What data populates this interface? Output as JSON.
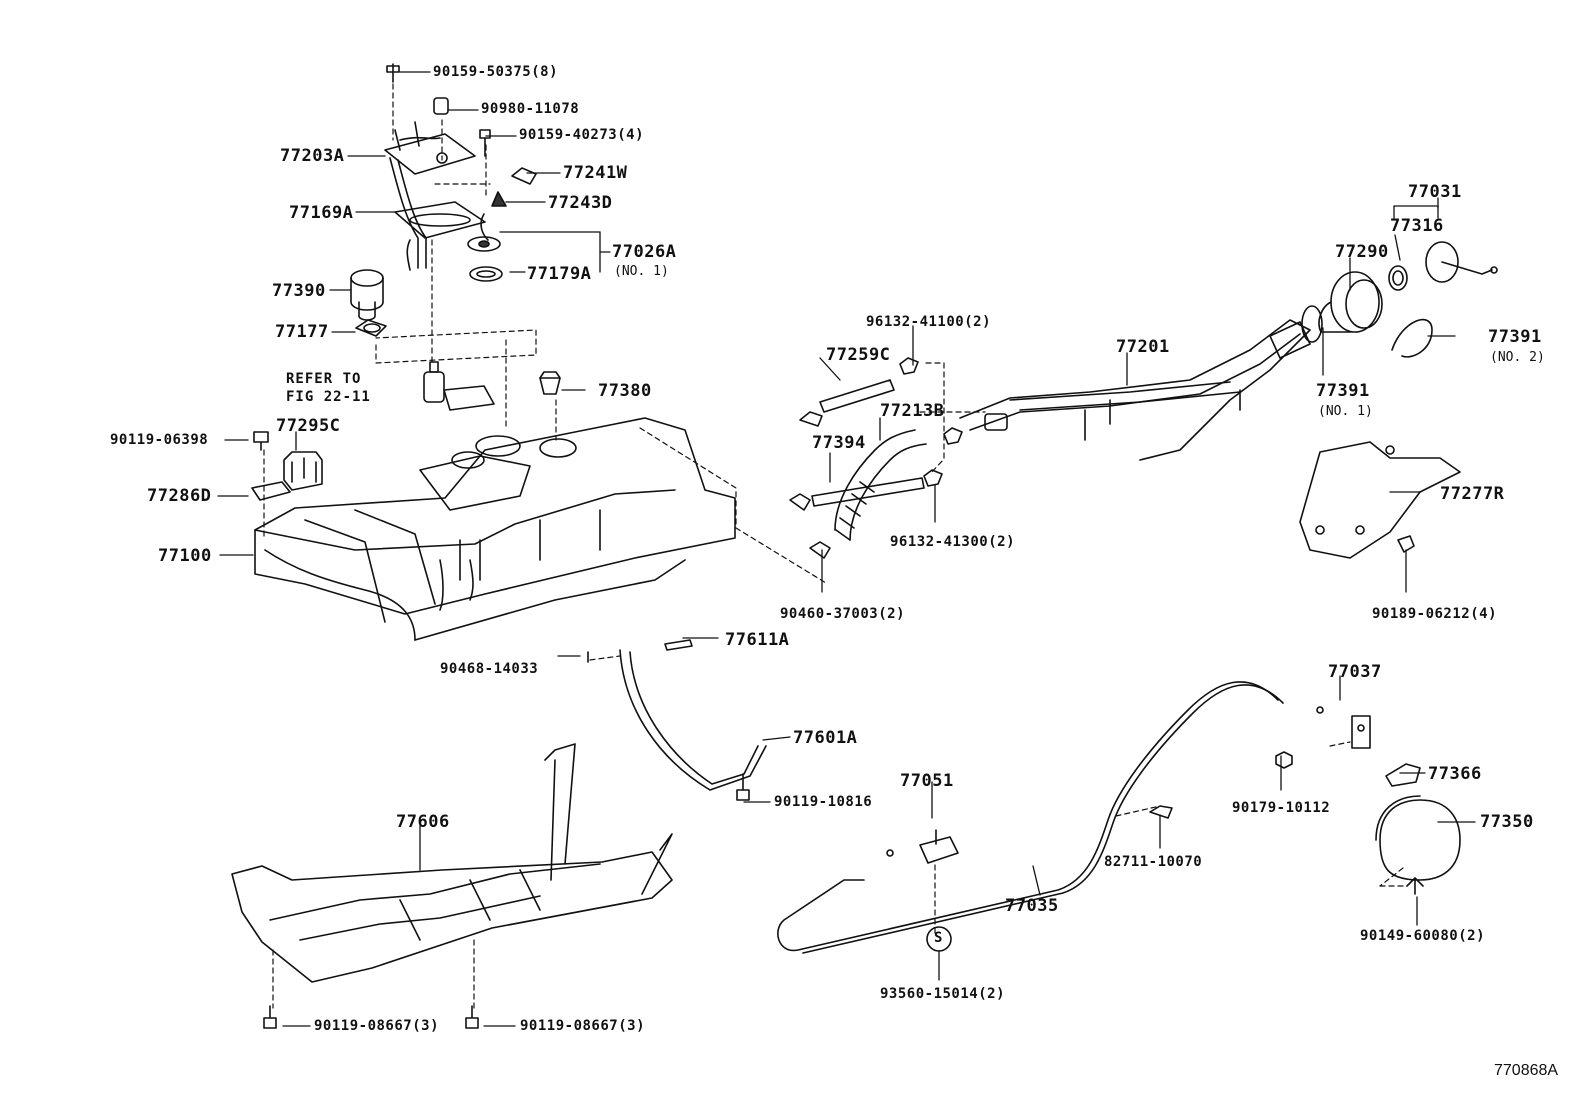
{
  "diagram_id": "770868A",
  "parts": {
    "p90159_50375": "90159-50375(8)",
    "p90980_11078": "90980-11078",
    "p90159_40273": "90159-40273(4)",
    "p77203A": "77203A",
    "p77241W": "77241W",
    "p77169A": "77169A",
    "p77243D": "77243D",
    "p77026A": "77026A",
    "p77026A_note": "(NO. 1)",
    "p77179A": "77179A",
    "p77390": "77390",
    "p77177": "77177",
    "refer_line1": "REFER TO",
    "refer_line2": "FIG 22-11",
    "p77380": "77380",
    "p90119_06398": "90119-06398",
    "p77295C": "77295C",
    "p77286D": "77286D",
    "p77100": "77100",
    "p96132_41100": "96132-41100(2)",
    "p77259C": "77259C",
    "p77201": "77201",
    "p77213B": "77213B",
    "p77394": "77394",
    "p96132_41300": "96132-41300(2)",
    "p90460_37003": "90460-37003(2)",
    "p77031": "77031",
    "p77316": "77316",
    "p77290": "77290",
    "p77391_no2": "77391",
    "p77391_no2_note": "(NO. 2)",
    "p77391_no1": "77391",
    "p77391_no1_note": "(NO. 1)",
    "p77277R": "77277R",
    "p90189_06212": "90189-06212(4)",
    "p90468_14033": "90468-14033",
    "p77611A": "77611A",
    "p77601A": "77601A",
    "p90119_10816": "90119-10816",
    "p77037": "77037",
    "p77051": "77051",
    "p90179_10112": "90179-10112",
    "p77366": "77366",
    "p77350": "77350",
    "p77606": "77606",
    "p82711_10070": "82711-10070",
    "p77035": "77035",
    "s_symbol": "S",
    "p93560_15014": "93560-15014(2)",
    "p90149_60080": "90149-60080(2)",
    "p90119_08667_a": "90119-08667(3)",
    "p90119_08667_b": "90119-08667(3)"
  }
}
